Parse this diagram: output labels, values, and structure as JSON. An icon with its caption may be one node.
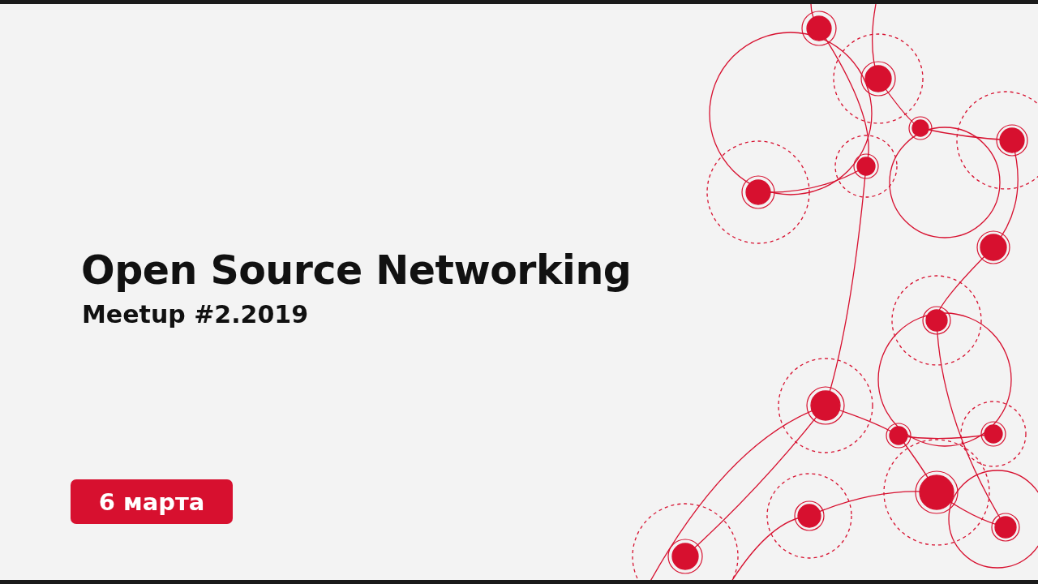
{
  "diagram": {
    "title": "Open Source Networking",
    "nodes": [
      {
        "text": [
          "6 марта"
        ]
      }
    ],
    "labels": [
      "Meetup #2.2019"
    ]
  }
}
